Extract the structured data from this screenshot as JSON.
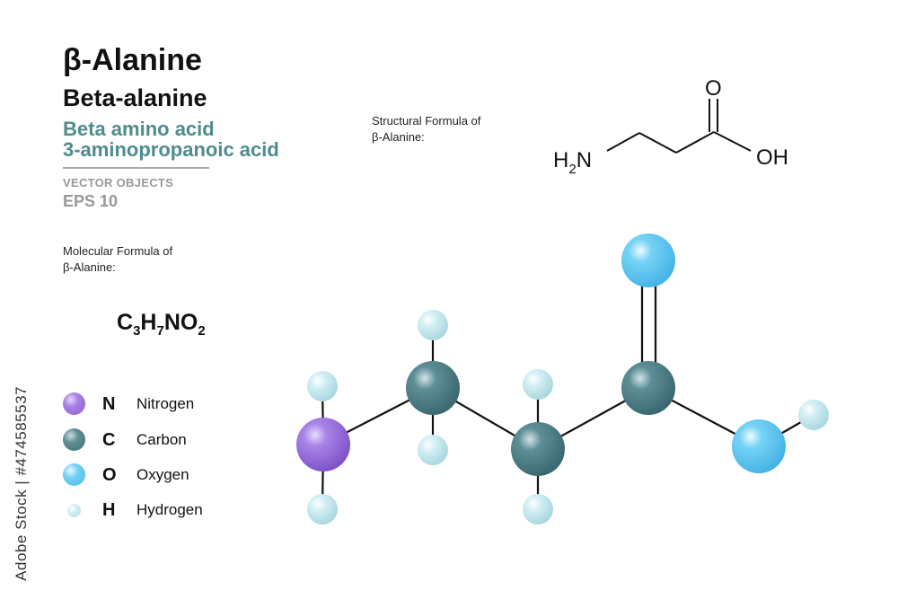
{
  "header": {
    "title": "β-Alanine",
    "subtitle": "Beta-alanine",
    "synonym_1": "Beta amino acid",
    "synonym_2": "3-aminopropanoic acid",
    "vector_label": "VECTOR OBJECTS",
    "eps_label": "EPS 10"
  },
  "molecular": {
    "caption_line1": "Molecular Formula of",
    "caption_line2": "β-Alanine:",
    "formula_parts": [
      "C",
      "3",
      "H",
      "7",
      "NO",
      "2"
    ]
  },
  "structural": {
    "caption_line1": "Structural  Formula of",
    "caption_line2": "β-Alanine:",
    "labels": {
      "h2n_h": "H",
      "h2n_sub": "2",
      "h2n_n": "N",
      "oxygen_top": "O",
      "hydroxyl": "OH"
    }
  },
  "legend": [
    {
      "symbol": "N",
      "name": "Nitrogen",
      "color": "#9b6fd6"
    },
    {
      "symbol": "C",
      "name": "Carbon",
      "color": "#4f7f86"
    },
    {
      "symbol": "O",
      "name": "Oxygen",
      "color": "#5cc6f0"
    },
    {
      "symbol": "H",
      "name": "Hydrogen",
      "color": "#c4e8ee"
    }
  ],
  "colors": {
    "accent_teal": "#4e8c8e",
    "nitrogen": "#9b6fd6",
    "carbon": "#4f7f86",
    "oxygen": "#5cc6f0",
    "hydrogen": "#c4e8ee"
  },
  "watermark": {
    "stock_id": "Adobe Stock | #474585537"
  }
}
